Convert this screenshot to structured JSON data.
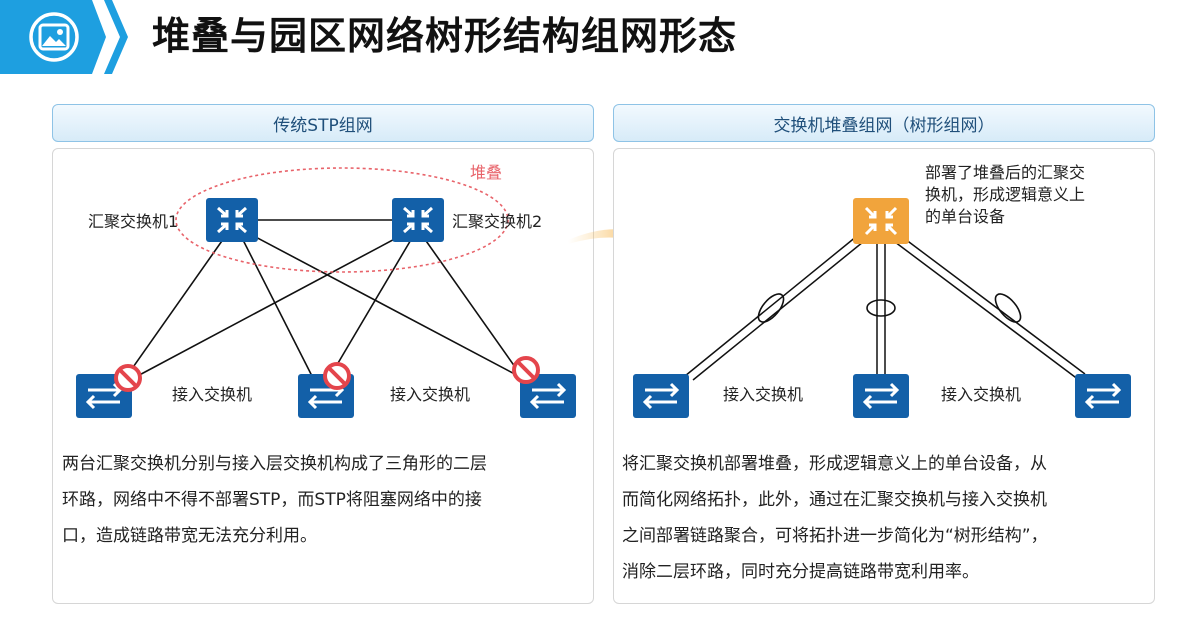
{
  "title": "堆叠与园区网络树形结构组网形态",
  "icons": {
    "header": "image-icon",
    "agg_switch": "aggregation-switch-icon",
    "access_switch": "access-switch-icon",
    "block": "blocked-port-icon"
  },
  "colors": {
    "header_blue": "#1e9fe0",
    "switch_blue": "#1360a8",
    "stack_orange": "#f1a43c",
    "block_red": "#e4454c",
    "stack_label": "#e8636a"
  },
  "left": {
    "header": "传统STP组网",
    "stack_label": "堆叠",
    "agg1_label": "汇聚交换机1",
    "agg2_label": "汇聚交换机2",
    "access_label_1": "接入交换机",
    "access_label_2": "接入交换机",
    "desc_lines": [
      "两台汇聚交换机分别与接入层交换机构成了三角形的二层",
      "环路，网络中不得不部署STP，而STP将阻塞网络中的接",
      "口，造成链路带宽无法充分利用。"
    ]
  },
  "right": {
    "header": "交换机堆叠组网（树形组网）",
    "stack_note_lines": [
      "部署了堆叠后的汇聚交",
      "换机，形成逻辑意义上",
      "的单台设备"
    ],
    "access_label_1": "接入交换机",
    "access_label_2": "接入交换机",
    "desc_lines": [
      "将汇聚交换机部署堆叠，形成逻辑意义上的单台设备，从",
      "而简化网络拓扑，此外，通过在汇聚交换机与接入交换机",
      "之间部署链路聚合，可将拓扑进一步简化为“树形结构”，",
      "消除二层环路，同时充分提高链路带宽利用率。"
    ]
  }
}
